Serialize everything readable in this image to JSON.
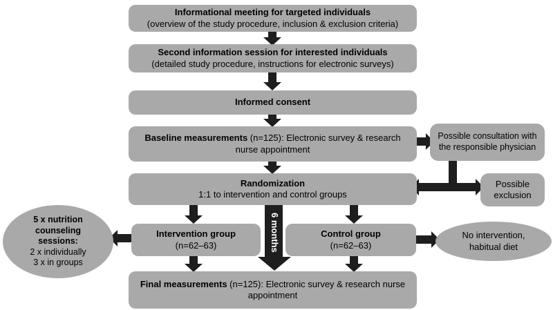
{
  "colors": {
    "box_fill": "#a9a9a9",
    "arrow": "#1e1e1e",
    "text": "#000000",
    "duration_text": "#ffffff",
    "background": "#ffffff"
  },
  "nodes": {
    "informational_meeting": {
      "title": "Informational meeting for targeted individuals",
      "subtitle": "(overview of the study procedure, inclusion & exclusion criteria)"
    },
    "second_session": {
      "title": "Second information session for interested individuals",
      "subtitle": "(detailed study procedure, instructions for electronic surveys)"
    },
    "informed_consent": {
      "title": "Informed consent"
    },
    "baseline_measurements": {
      "bold": "Baseline measurements",
      "rest": " (n=125): Electronic survey & research nurse appointment"
    },
    "consultation": {
      "text": "Possible consultation with the responsible physician"
    },
    "randomization": {
      "title": "Randomization",
      "subtitle": "1:1 to intervention and control groups"
    },
    "exclusion": {
      "text": "Possible exclusion"
    },
    "nutrition_counseling": {
      "bold": "5 x nutrition counseling sessions:",
      "line1": "2 x individually",
      "line2": "3 x in groups"
    },
    "intervention_group": {
      "title": "Intervention group",
      "subtitle": "(n=62–63)"
    },
    "control_group": {
      "title": "Control group",
      "subtitle": "(n=62–63)"
    },
    "no_intervention": {
      "text": "No intervention, habitual diet"
    },
    "final_measurements": {
      "bold": "Final measurements",
      "rest": " (n=125): Electronic survey & research nurse appointment"
    },
    "duration_label": "6 months"
  }
}
